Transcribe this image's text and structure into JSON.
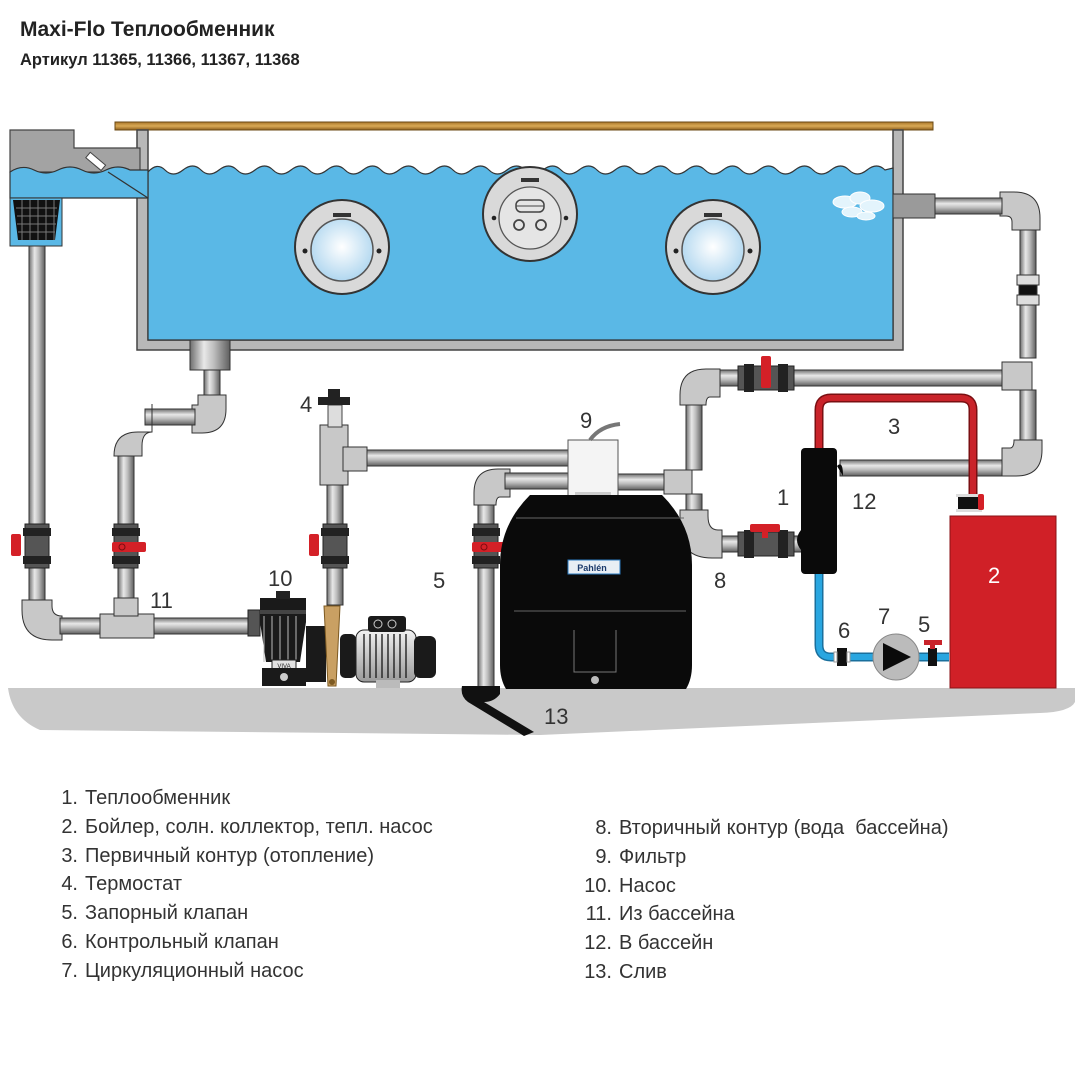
{
  "header": {
    "title": "Maxi-Flo Теплообменник",
    "subtitle": "Артикул 11365, 11366, 11367, 11368"
  },
  "colors": {
    "water": "#5ab8e6",
    "pipe_gray": "#9d9d9d",
    "primary_circuit_red": "#c9232a",
    "boiler_red": "#d02027",
    "secondary_blue": "#29a6e0",
    "deck_wood": "#c8953f",
    "ground": "#c9c9c9",
    "filter_black": "#0a0a0a"
  },
  "diagram": {
    "brand_label": "Pahlén",
    "pump_badge": "VIVA",
    "callouts": {
      "c1": "1",
      "c2": "2",
      "c3": "3",
      "c4": "4",
      "c5a": "5",
      "c5b": "5",
      "c6": "6",
      "c7": "7",
      "c8": "8",
      "c9": "9",
      "c10": "10",
      "c11": "11",
      "c12": "12",
      "c13": "13"
    }
  },
  "legend": {
    "left": [
      {
        "num": "1.",
        "text": "Теплообменник"
      },
      {
        "num": "2.",
        "text": "Бойлер, солн. коллектор, тепл. насос"
      },
      {
        "num": "3.",
        "text": "Первичный контур (отопление)"
      },
      {
        "num": "4.",
        "text": "Термостат"
      },
      {
        "num": "5.",
        "text": "Запорный клапан"
      },
      {
        "num": "6.",
        "text": "Контрольный клапан"
      },
      {
        "num": "7.",
        "text": "Циркуляционный насос"
      }
    ],
    "right": [
      {
        "num": "8.",
        "text": "Вторичный контур (вода  бассейна)"
      },
      {
        "num": "9.",
        "text": "Фильтр"
      },
      {
        "num": "10.",
        "text": "Насос"
      },
      {
        "num": "11.",
        "text": "Из бассейна"
      },
      {
        "num": "12.",
        "text": "В бассейн"
      },
      {
        "num": "13.",
        "text": "Слив"
      }
    ]
  }
}
